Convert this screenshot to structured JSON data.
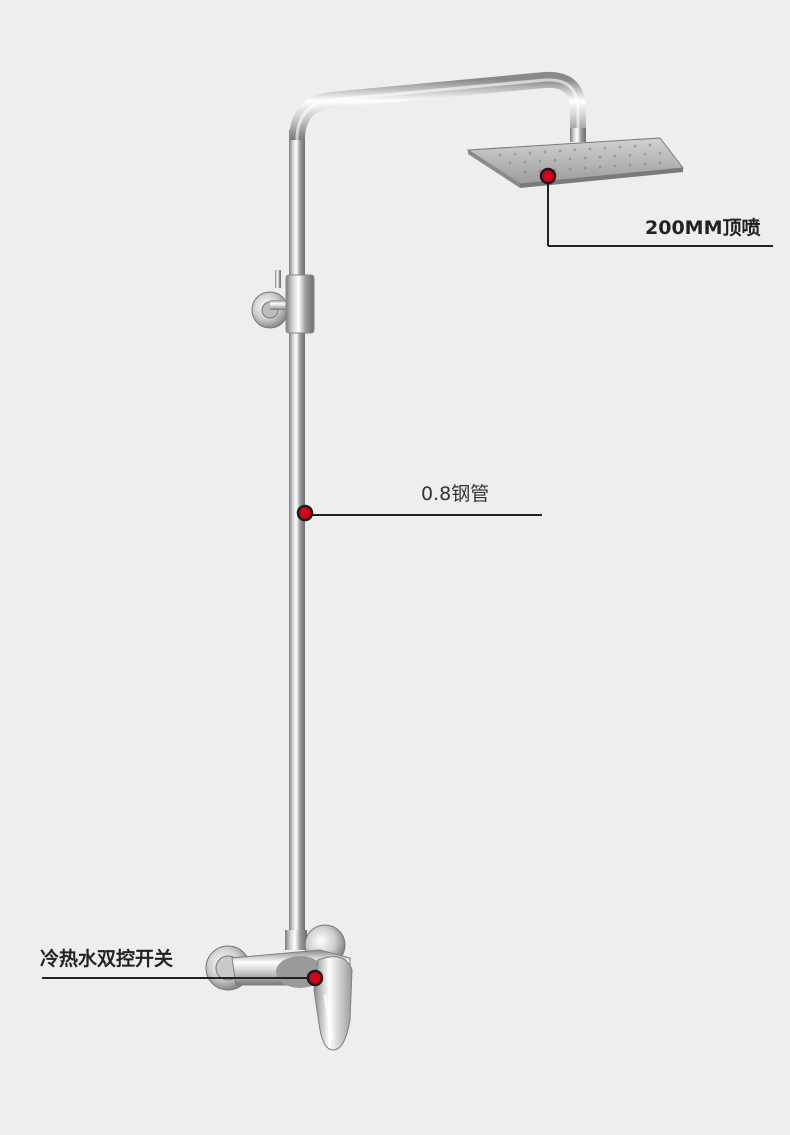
{
  "callouts": {
    "shower_head": "200MM顶喷",
    "pipe": "0.8钢管",
    "mixer_valve": "冷热水双控开关"
  },
  "colors": {
    "background": "#eeeeee",
    "marker": "#d6001c",
    "leader_line": "#222222",
    "chrome_light": "#f4f4f4",
    "chrome_dark": "#8a8a8a"
  }
}
